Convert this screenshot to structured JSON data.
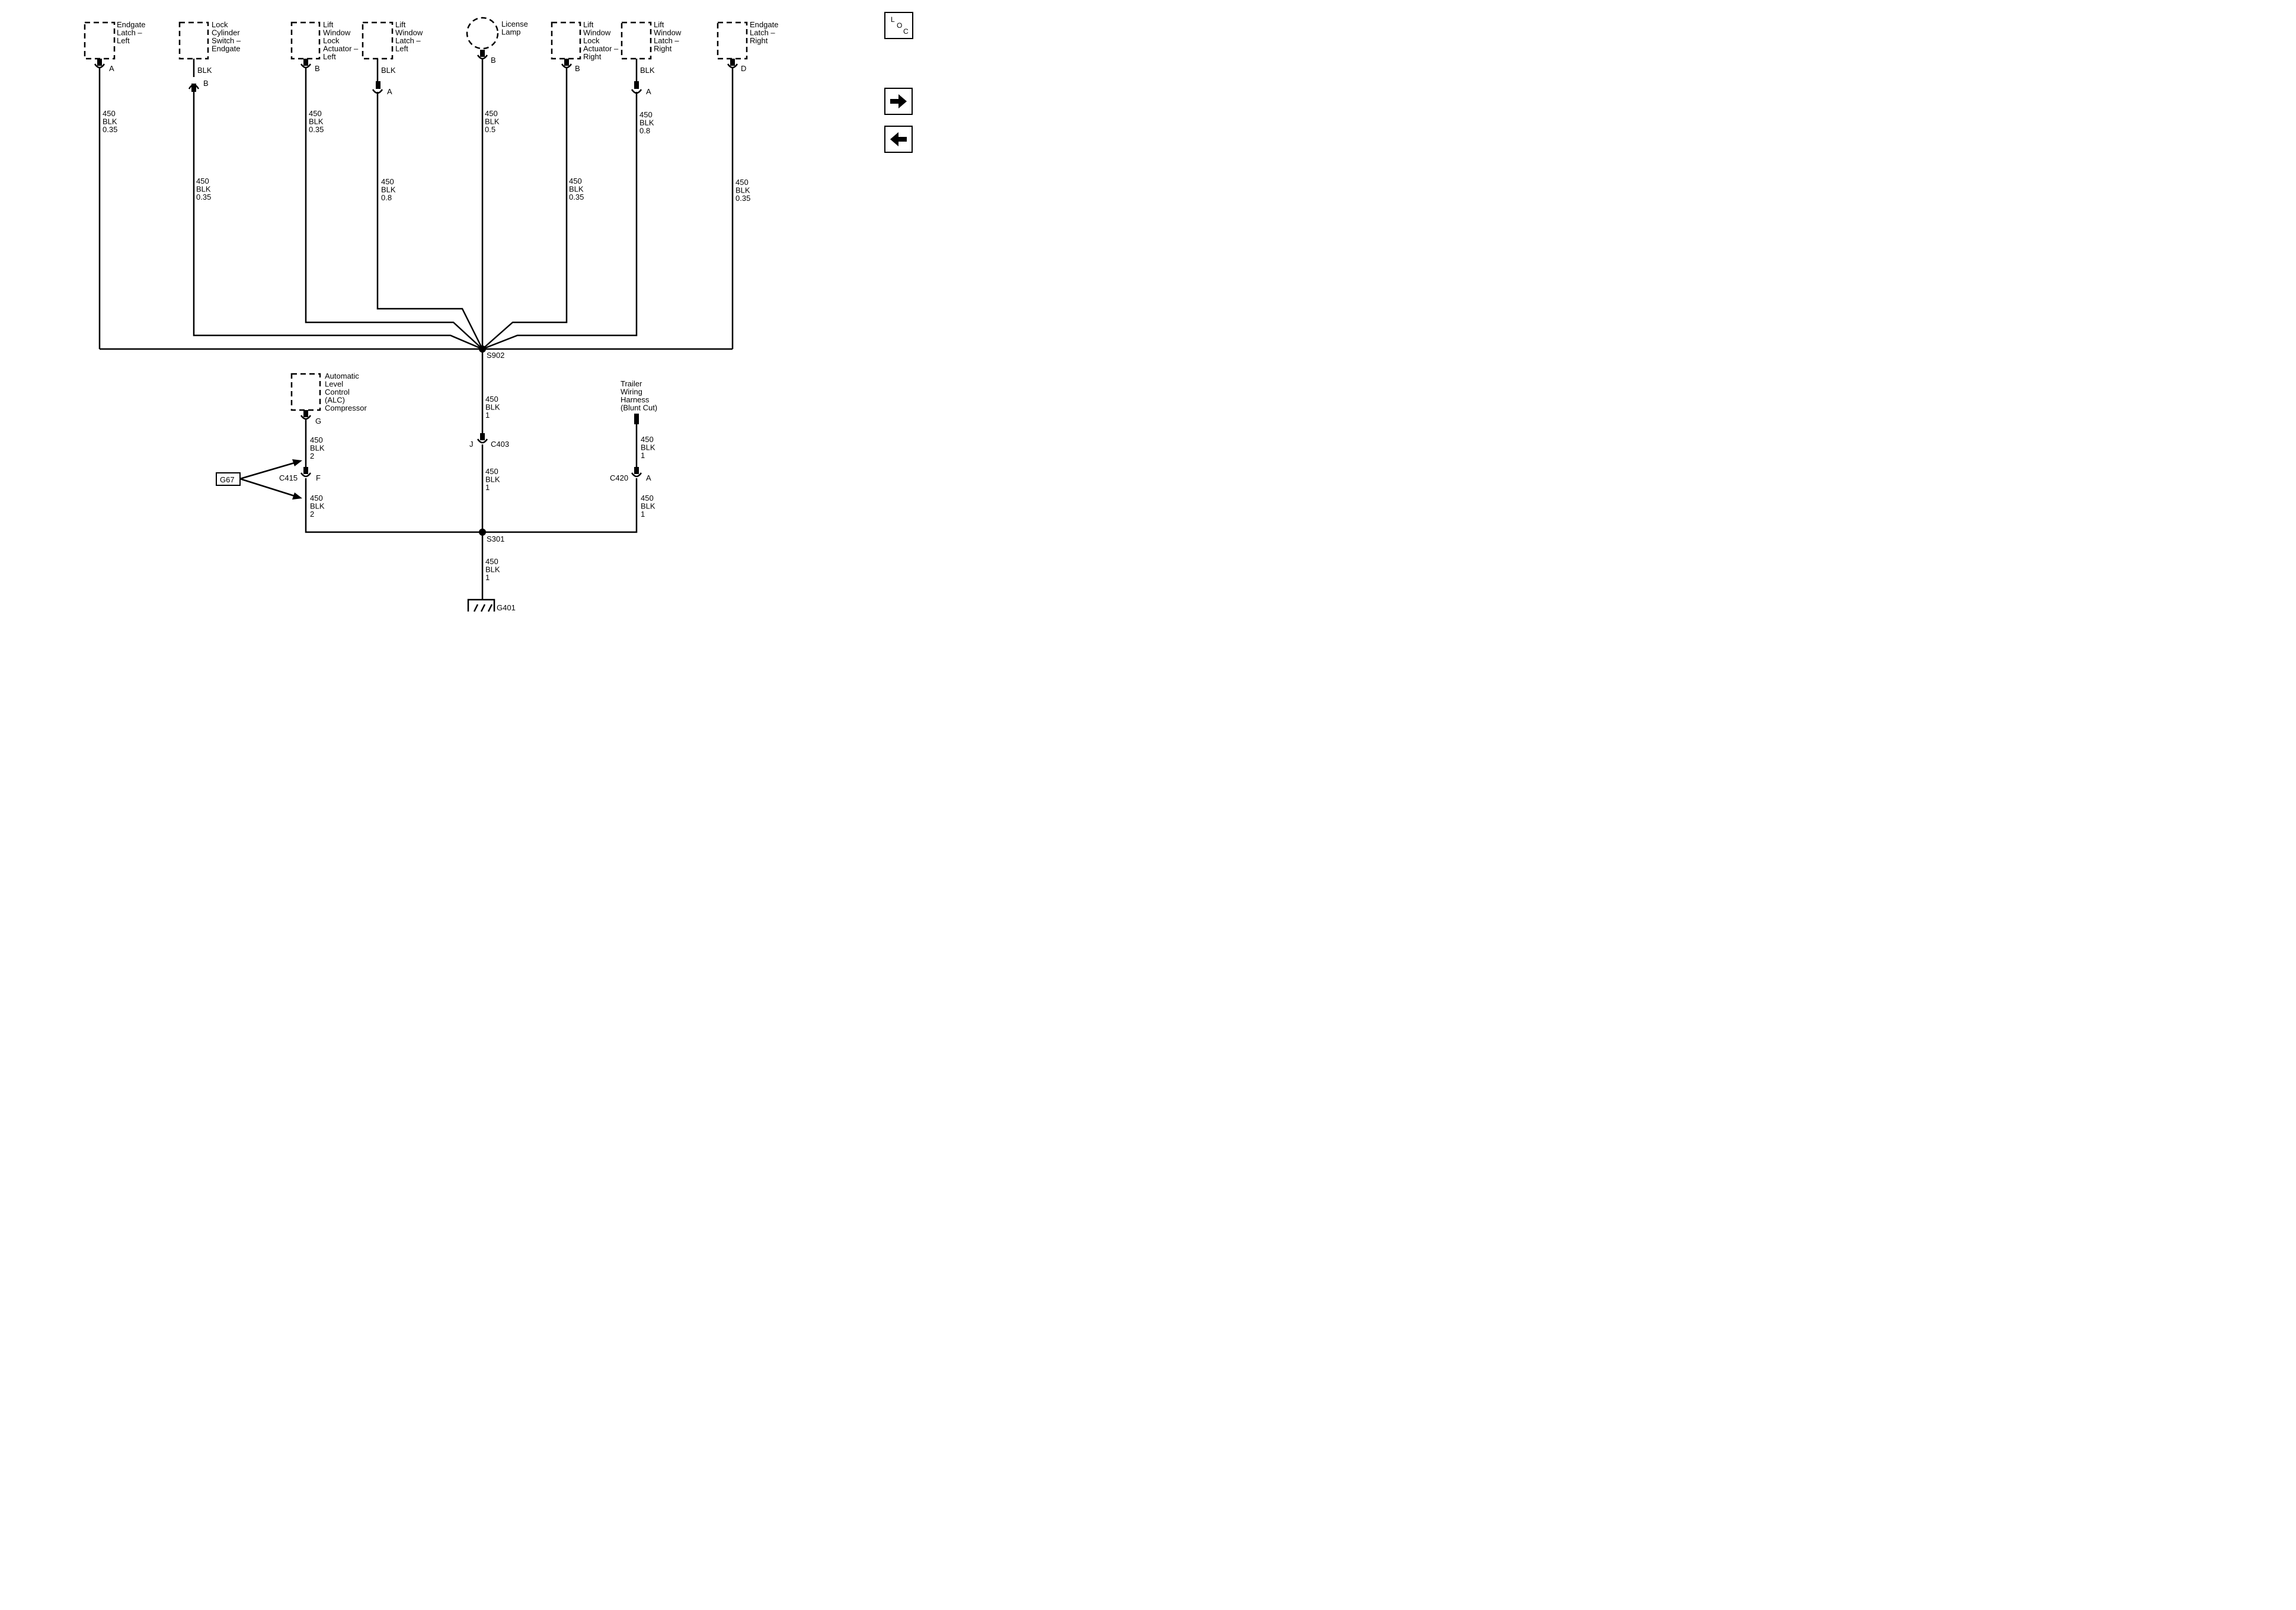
{
  "components": {
    "endgate_latch_left": "Endgate\nLatch –\nLeft",
    "lock_cylinder_switch": "Lock\nCylinder\nSwitch –\nEndgate",
    "lift_window_lock_actuator_left": "Lift\nWindow\nLock\nActuator –\nLeft",
    "lift_window_latch_left": "Lift\nWindow\nLatch –\nLeft",
    "license_lamp": "License\nLamp",
    "lift_window_lock_actuator_right": "Lift\nWindow\nLock\nActuator –\nRight",
    "lift_window_latch_right": "Lift\nWindow\nLatch –\nRight",
    "endgate_latch_right": "Endgate\nLatch –\nRight",
    "alc_compressor": "Automatic\nLevel\nControl\n(ALC)\nCompressor",
    "trailer_harness": "Trailer\nWiring\nHarness\n(Blunt Cut)"
  },
  "pins": {
    "endgate_left": "A",
    "lock_cyl": "B",
    "lwla_left": "B",
    "lwlatch_left": "A",
    "license": "B",
    "lwla_right": "B",
    "lwlatch_right": "A",
    "endgate_right": "D",
    "alc": "G",
    "c403": "J",
    "c415": "F",
    "c420": "A"
  },
  "color_labels": {
    "lock_cyl": "BLK",
    "lwlatch_left": "BLK",
    "lwlatch_right": "BLK"
  },
  "wires": {
    "w1": "450\nBLK\n0.35",
    "w2": "450\nBLK\n0.35",
    "w3": "450\nBLK\n0.35",
    "w4": "450\nBLK\n0.8",
    "w5": "450\nBLK\n0.5",
    "w6": "450\nBLK\n0.35",
    "w7": "450\nBLK\n0.8",
    "w8": "450\nBLK\n0.35",
    "s902_down": "450\nBLK\n1",
    "c403_down": "450\nBLK\n1",
    "alc_top": "450\nBLK\n2",
    "alc_bottom": "450\nBLK\n2",
    "trailer_top": "450\nBLK\n1",
    "trailer_bottom": "450\nBLK\n1",
    "ground": "450\nBLK\n1"
  },
  "connectors": {
    "c403": "C403",
    "c415": "C415",
    "c420": "C420"
  },
  "splices": {
    "s902": "S902",
    "s301": "S301"
  },
  "grounds": {
    "g401": "G401",
    "g67": "G67"
  },
  "nav": {
    "loc_l": "L",
    "loc_o": "O",
    "loc_c": "C",
    "next_icon": "arrow-right-icon",
    "prev_icon": "arrow-left-icon"
  }
}
